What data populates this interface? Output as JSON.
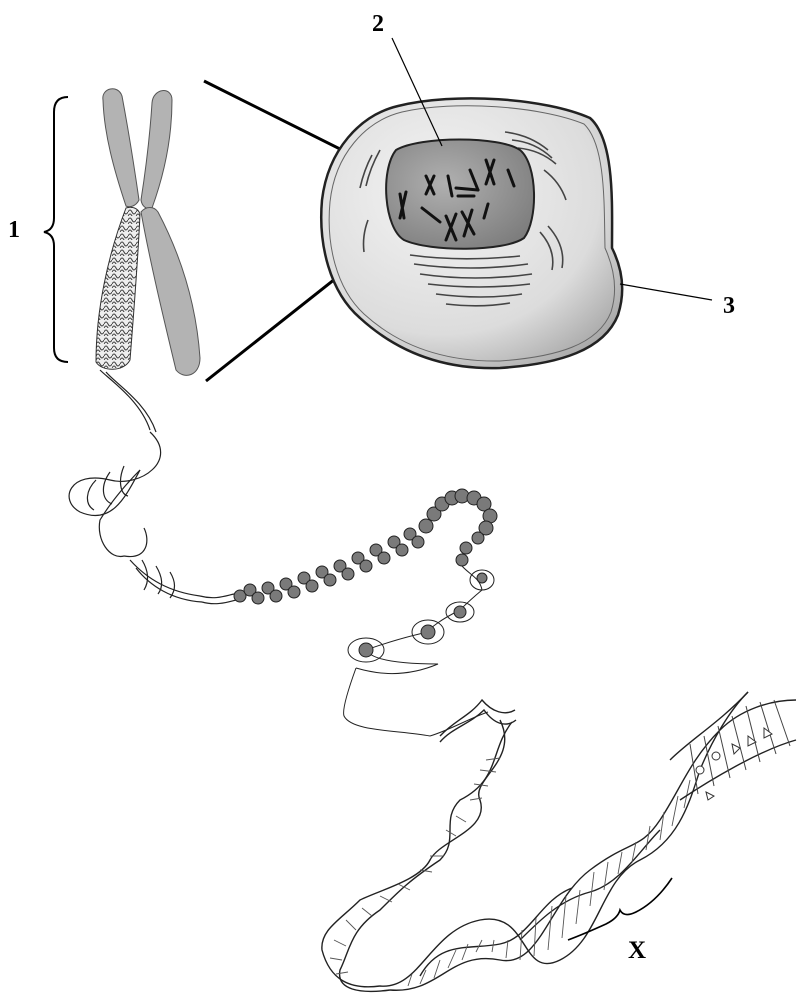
{
  "labels": {
    "one": "1",
    "two": "2",
    "three": "3",
    "x": "X"
  },
  "colors": {
    "chromosome": "#b3b3b3",
    "nucleus": "#8f8f8f",
    "cytoplasm": "#d8d8d8",
    "nucleosome": "#7a7a7a",
    "line": "#000000"
  }
}
